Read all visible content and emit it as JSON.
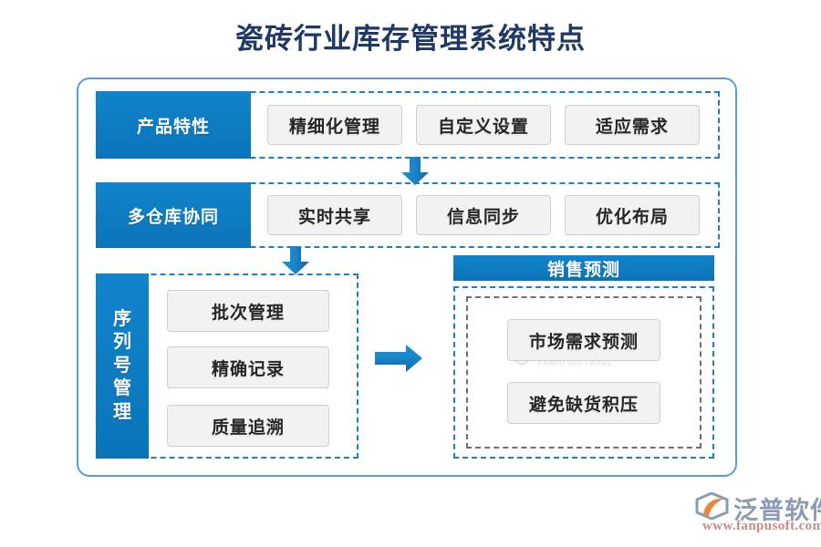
{
  "title": "瓷砖行业库存管理系统特点",
  "colors": {
    "brand_blue": "#0b7bc6",
    "frame_blue": "#5b9bd5",
    "dashed_blue": "#1f7fc4",
    "dashed_gray": "#6f6f6f",
    "button_gray": "#f2f2f2",
    "title_navy": "#1f3864",
    "logo_gray": "#8b9bb4",
    "logo_orange": "#e8873c",
    "logo_url_red": "#c88a86"
  },
  "rows": [
    {
      "label": "产品特性",
      "items": [
        "精细化管理",
        "自定义设置",
        "适应需求"
      ]
    },
    {
      "label": "多仓库协同",
      "items": [
        "实时共享",
        "信息同步",
        "优化布局"
      ]
    }
  ],
  "serial_section": {
    "label": "序列号管理",
    "label_chars": [
      "序",
      "列",
      "号",
      "管",
      "理"
    ],
    "items": [
      "批次管理",
      "精确记录",
      "质量追溯"
    ]
  },
  "forecast_section": {
    "header": "销售预测",
    "items": [
      "市场需求预测",
      "避免缺货积压"
    ]
  },
  "arrows": [
    {
      "name": "arrow-down-products-to-warehouse",
      "direction": "down"
    },
    {
      "name": "arrow-down-warehouse-to-serial",
      "direction": "down"
    },
    {
      "name": "arrow-right-serial-to-forecast",
      "direction": "right"
    }
  ],
  "watermark": {
    "cn": "泛普软件",
    "en": "FANPU SOFTWARE"
  },
  "brand": {
    "name": "泛普软件",
    "url": "www.fanpusoft.com"
  }
}
